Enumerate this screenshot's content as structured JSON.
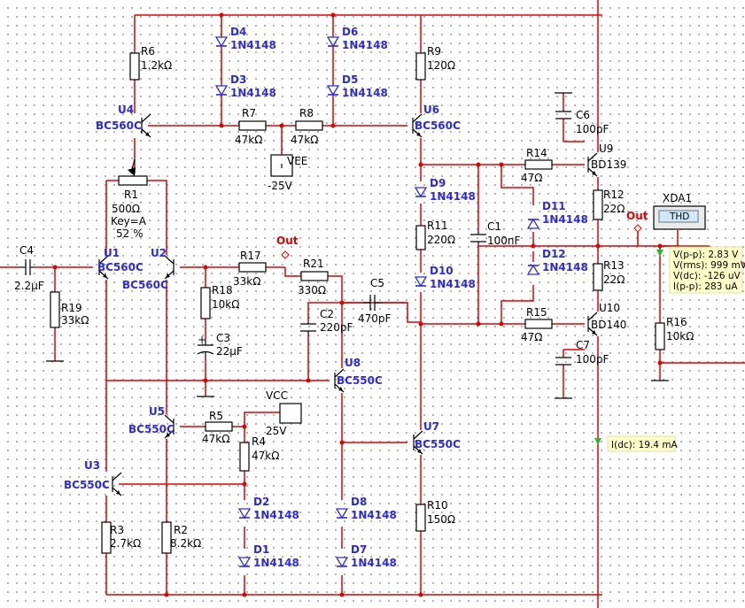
{
  "components": {
    "R1": [
      "R1",
      "500Ω",
      "Key=A",
      "52 %"
    ],
    "R2": [
      "R2",
      "8.2kΩ"
    ],
    "R3": [
      "R3",
      "2.7kΩ"
    ],
    "R4": [
      "R4",
      "47kΩ"
    ],
    "R5": [
      "R5",
      "47kΩ"
    ],
    "R6": [
      "R6",
      "1.2kΩ"
    ],
    "R7": [
      "R7",
      "47kΩ"
    ],
    "R8": [
      "R8",
      "47kΩ"
    ],
    "R9": [
      "R9",
      "120Ω"
    ],
    "R10": [
      "R10",
      "150Ω"
    ],
    "R11": [
      "R11",
      "220Ω"
    ],
    "R12": [
      "R12",
      "22Ω"
    ],
    "R13": [
      "R13",
      "22Ω"
    ],
    "R14": [
      "R14",
      "47Ω"
    ],
    "R15": [
      "R15",
      "47Ω"
    ],
    "R16": [
      "R16",
      "10kΩ"
    ],
    "R17": [
      "R17",
      "33kΩ"
    ],
    "R18": [
      "R18",
      "10kΩ"
    ],
    "R19": [
      "R19",
      "33kΩ"
    ],
    "R21": [
      "R21",
      "330Ω"
    ],
    "C1": [
      "C1",
      "100nF"
    ],
    "C2": [
      "C2",
      "220pF"
    ],
    "C3": [
      "C3",
      "22µF"
    ],
    "C4": [
      "C4",
      "2.2µF"
    ],
    "C5": [
      "C5",
      "470pF"
    ],
    "C6": [
      "C6",
      "100pF"
    ],
    "C7": [
      "C7",
      "100pF"
    ],
    "U1": [
      "U1",
      "BC560C"
    ],
    "U2": [
      "U2",
      "BC560C"
    ],
    "U3": [
      "U3",
      "BC550C"
    ],
    "U4": [
      "U4",
      "BC560C"
    ],
    "U5": [
      "U5",
      "BC550C"
    ],
    "U6": [
      "U6",
      "BC560C"
    ],
    "U7": [
      "U7",
      "BC550C"
    ],
    "U8": [
      "U8",
      "BC550C"
    ],
    "U9": [
      "U9",
      "BD139"
    ],
    "U10": [
      "U10",
      "BD140"
    ],
    "D1": [
      "D1",
      "1N4148"
    ],
    "D2": [
      "D2",
      "1N4148"
    ],
    "D3": [
      "D3",
      "1N4148"
    ],
    "D4": [
      "D4",
      "1N4148"
    ],
    "D5": [
      "D5",
      "1N4148"
    ],
    "D6": [
      "D6",
      "1N4148"
    ],
    "D7": [
      "D7",
      "1N4148"
    ],
    "D8": [
      "D8",
      "1N4148"
    ],
    "D9": [
      "D9",
      "1N4148"
    ],
    "D10": [
      "D10",
      "1N4148"
    ],
    "D11": [
      "D11",
      "1N4148"
    ],
    "D12": [
      "D12",
      "1N4148"
    ]
  },
  "supplies": {
    "vee": {
      "name": "VEE",
      "value": "-25V"
    },
    "vcc": {
      "name": "VCC",
      "value": "25V"
    }
  },
  "net_labels": {
    "out1": "Out",
    "out2": "Out"
  },
  "instrument": {
    "ref": "XDA1",
    "label": "THD"
  },
  "probe1": [
    "V(p-p): 2.83 V",
    "V(rms): 999 mV",
    "V(dc): -126 uV",
    "I(p-p): 283 uA"
  ],
  "probe2": [
    "I(dc): 19.4 mA"
  ],
  "colors": {
    "wire": "#e00000",
    "component_label": "#2b2bd9",
    "probe_fill": "#ffffc8"
  }
}
